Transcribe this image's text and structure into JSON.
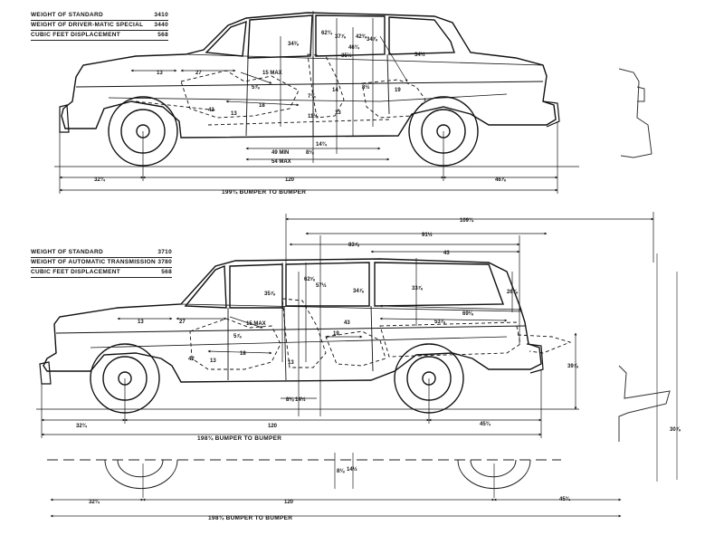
{
  "sedan": {
    "specs": [
      {
        "label": "WEIGHT OF STANDARD",
        "value": "3410"
      },
      {
        "label": "WEIGHT OF DRIVER-MATIC SPECIAL",
        "value": "3440"
      },
      {
        "label": "CUBIC FEET DISPLACEMENT",
        "value": "568"
      }
    ],
    "dims": {
      "roof_front": "34⅜",
      "roof_mid": "62¾",
      "cabin_a": "37⅞",
      "cabin_b": "42⅜",
      "cabin_c": "46¾",
      "cabin_d": "35½",
      "rear_head": "34⅞",
      "rear_room": "34½",
      "hood": "13",
      "dash": "27",
      "legroom": "15 MAX",
      "seat_a": "5⅞",
      "seat_b": "42",
      "seat_c": "13",
      "seat_d": "18",
      "seat_e": "7¼",
      "seat_f": "14",
      "seat_g": "8½",
      "seat_h": "11¼",
      "seat_i": "13",
      "seat_j": "19",
      "floor_a": "8⅛",
      "floor_b": "14¾",
      "track_min": "49 MIN",
      "track_max": "54 MAX",
      "front_overhang": "32¾",
      "wheelbase": "120",
      "rear_overhang": "46⅞",
      "bumper": "199¾ BUMPER TO BUMPER"
    }
  },
  "wagon": {
    "specs": [
      {
        "label": "WEIGHT OF STANDARD",
        "value": "3710"
      },
      {
        "label": "WEIGHT OF AUTOMATIC TRANSMISSION",
        "value": "3780"
      },
      {
        "label": "CUBIC FEET DISPLACEMENT",
        "value": "568"
      }
    ],
    "dims": {
      "top_length": "109¾",
      "second": "91½",
      "third": "83⅞",
      "cargo_top": "43",
      "head_front": "35⅞",
      "head_mid": "62⅝",
      "head_b": "57½",
      "head_rear": "34⅞",
      "cargo_height": "33⅞",
      "tailgate": "26⅞",
      "cargo_long": "69⅛",
      "cargo_floor": "53⅞",
      "hood": "13",
      "dash": "27",
      "legroom": "15 MAX",
      "seat_a": "5⅞",
      "seat_b": "42",
      "seat_c": "13",
      "seat_d": "18",
      "seat_e": "19",
      "seat_f": "43",
      "seat_g": "13",
      "floor_a": "8⅛",
      "floor_b": "14½",
      "side_height": "39⅞",
      "front_overhang": "32¾",
      "wheelbase": "120",
      "rear_overhang": "45¾",
      "bumper": "198¾ BUMPER TO BUMPER"
    }
  },
  "ghost": {
    "floor_a": "8⅛",
    "floor_b": "14½",
    "front_overhang": "32¾",
    "wheelbase": "120",
    "rear_overhang": "45¾",
    "bumper": "198¾ BUMPER TO BUMPER",
    "side_height": "30⅞"
  }
}
